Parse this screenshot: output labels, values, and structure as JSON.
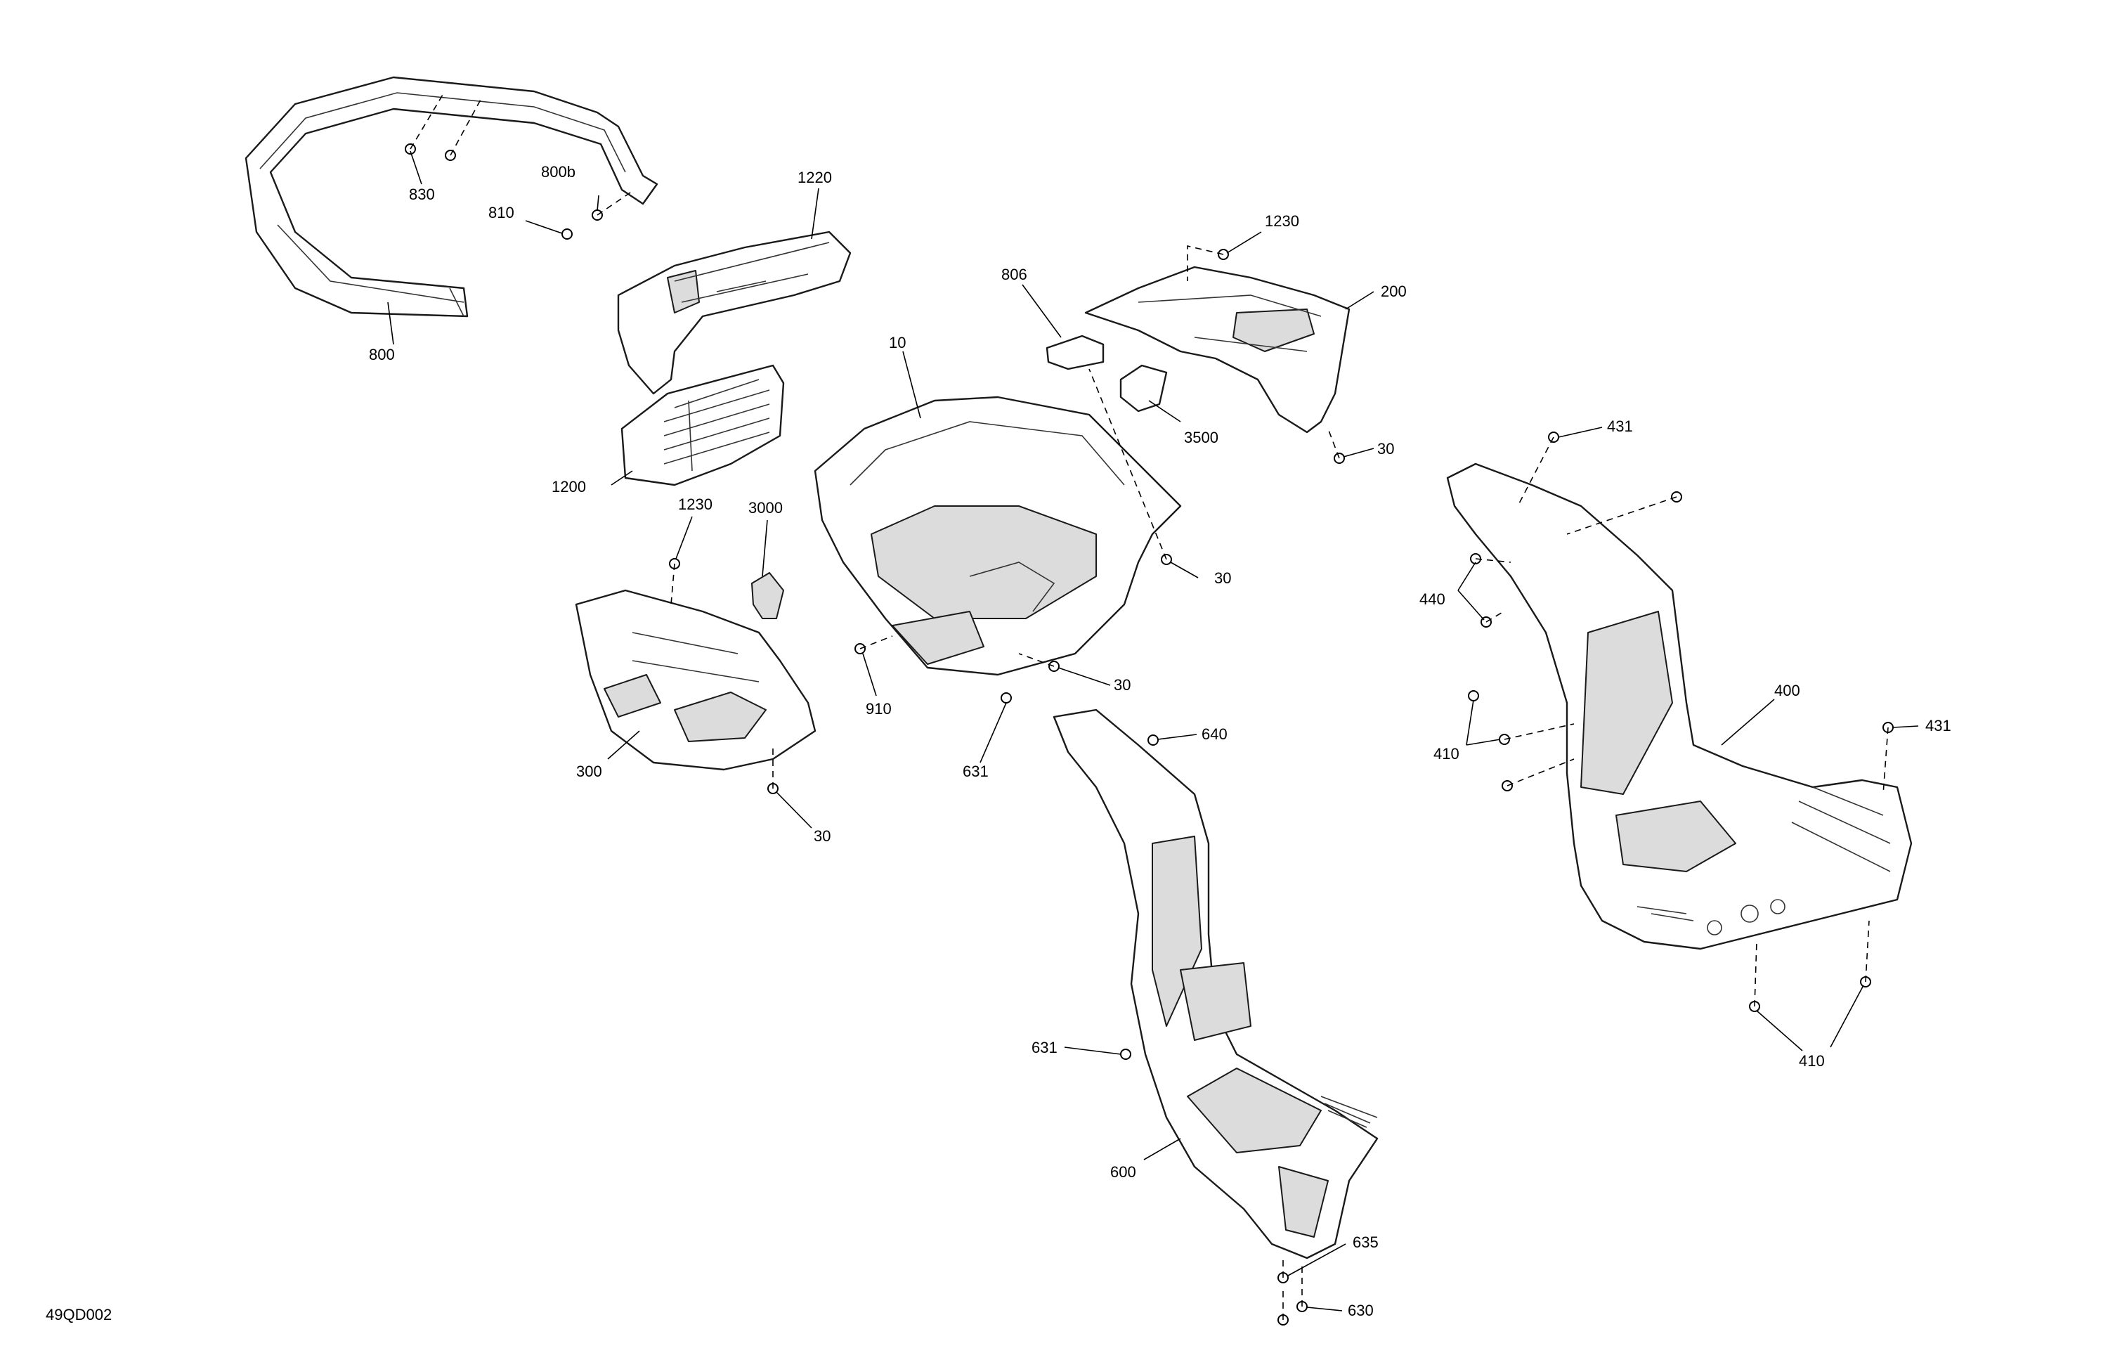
{
  "diagram_code": "49QD002",
  "callouts": {
    "c800": "800",
    "c830": "830",
    "c800b": "800b",
    "c810": "810",
    "c1220": "1220",
    "c1200": "1200",
    "c1230a": "1230",
    "c3000": "3000",
    "c300": "300",
    "c30a": "30",
    "c10": "10",
    "c910": "910",
    "c30b": "30",
    "c30c": "30",
    "c806": "806",
    "c3500": "3500",
    "c1230b": "1230",
    "c200": "200",
    "c30d": "30",
    "c631a": "631",
    "c640": "640",
    "c631b": "631",
    "c600": "600",
    "c635": "635",
    "c630": "630",
    "c431a": "431",
    "c440": "440",
    "c410a": "410",
    "c400": "400",
    "c431b": "431",
    "c410b": "410"
  }
}
